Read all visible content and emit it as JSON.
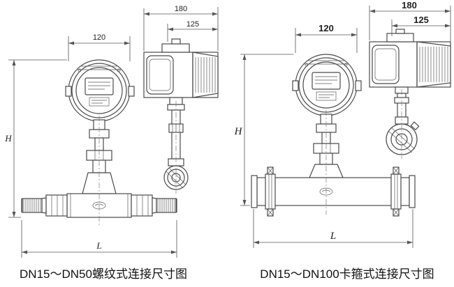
{
  "figure": {
    "left": {
      "caption": "DN15～DN50螺纹式连接尺寸图",
      "dims": {
        "head_width": "120",
        "total_width": "180",
        "display_width": "125",
        "height": "H",
        "length": "L"
      }
    },
    "right": {
      "caption": "DN15～DN100卡箍式连接尺寸图",
      "dims": {
        "head_width": "120",
        "total_width": "180",
        "display_width": "125",
        "height": "H",
        "length": "L"
      }
    }
  },
  "colors": {
    "drawing_line": "#4a4a4a",
    "dimension_line": "#555555",
    "text": "#1f1f1f",
    "background": "#ffffff"
  }
}
